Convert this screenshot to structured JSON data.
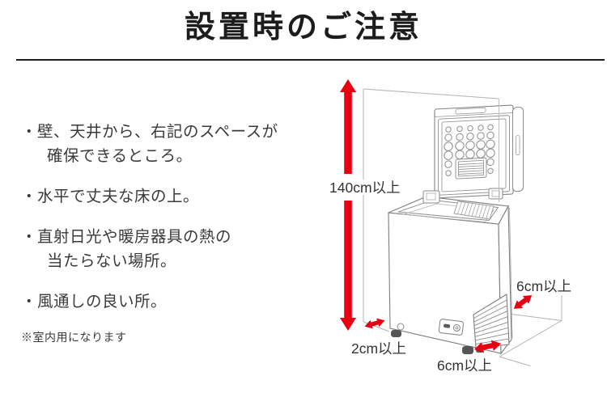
{
  "header": {
    "title": "設置時のご注意"
  },
  "notes": {
    "items": [
      {
        "lines": [
          "・壁、天井から、右記のスペースが",
          "確保できるところ。"
        ]
      },
      {
        "lines": [
          "・水平で丈夫な床の上。"
        ]
      },
      {
        "lines": [
          "・直射日光や暖房器具の熱の",
          "当たらない場所。"
        ]
      },
      {
        "lines": [
          "・風通しの良い所。"
        ]
      }
    ],
    "footnote": "※室内用になります"
  },
  "diagram": {
    "clearances": {
      "top": "140cm以上",
      "left_wall": "2cm以上",
      "front_side": "6cm以上",
      "right_side": "6cm以上"
    },
    "colors": {
      "arrow_red": "#e60012",
      "label_text": "#333333",
      "line_art_gray": "#7d7d7d",
      "wall_gray": "#b3b3b3"
    }
  }
}
